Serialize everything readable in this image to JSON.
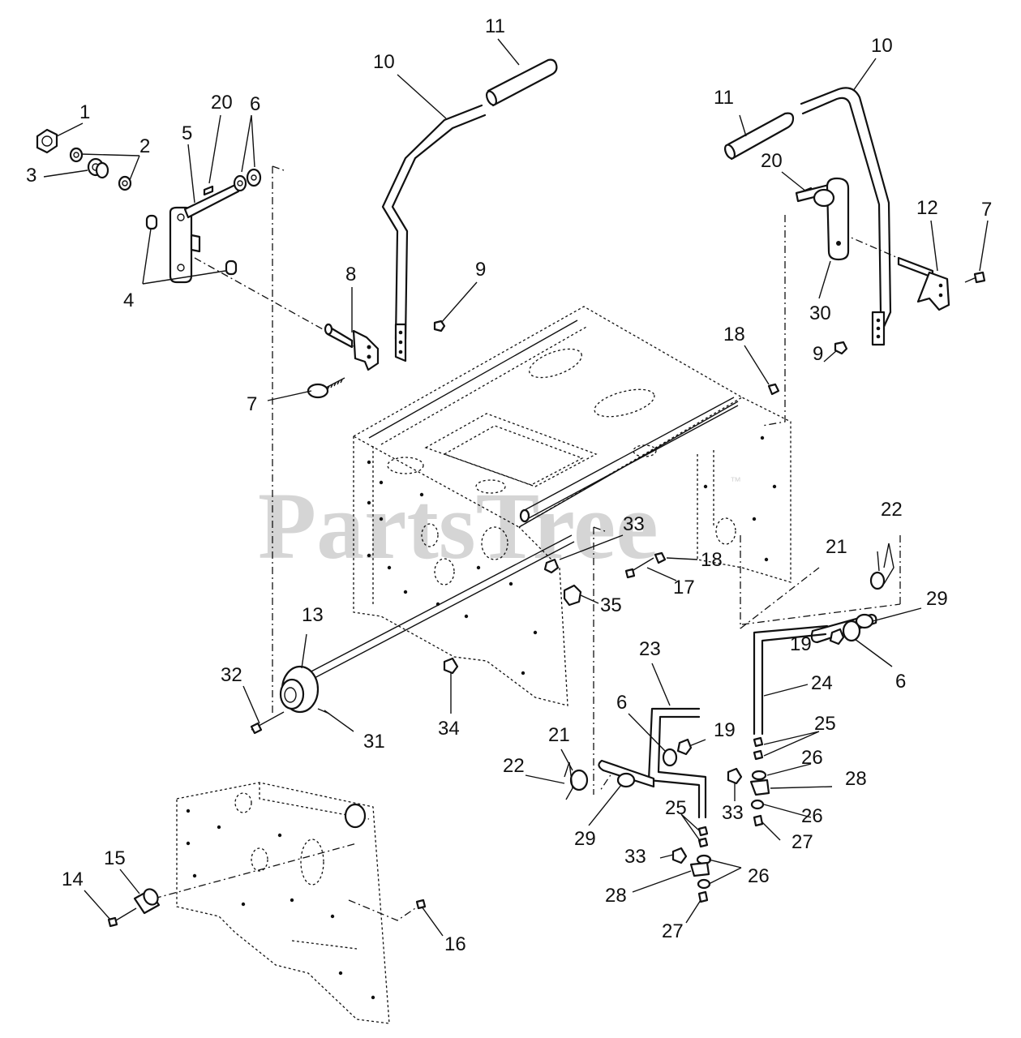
{
  "watermark": {
    "text": "PartsTree",
    "mark": "™"
  },
  "callouts": [
    {
      "id": "c-1",
      "label": "1"
    },
    {
      "id": "c-2",
      "label": "2"
    },
    {
      "id": "c-3",
      "label": "3"
    },
    {
      "id": "c-4",
      "label": "4"
    },
    {
      "id": "c-5",
      "label": "5"
    },
    {
      "id": "c-20a",
      "label": "20"
    },
    {
      "id": "c-6a",
      "label": "6"
    },
    {
      "id": "c-8",
      "label": "8"
    },
    {
      "id": "c-7a",
      "label": "7"
    },
    {
      "id": "c-10a",
      "label": "10"
    },
    {
      "id": "c-11a",
      "label": "11"
    },
    {
      "id": "c-9a",
      "label": "9"
    },
    {
      "id": "c-10b",
      "label": "10"
    },
    {
      "id": "c-11b",
      "label": "11"
    },
    {
      "id": "c-20b",
      "label": "20"
    },
    {
      "id": "c-12",
      "label": "12"
    },
    {
      "id": "c-7b",
      "label": "7"
    },
    {
      "id": "c-30",
      "label": "30"
    },
    {
      "id": "c-9b",
      "label": "9"
    },
    {
      "id": "c-18a",
      "label": "18"
    },
    {
      "id": "c-33a",
      "label": "33"
    },
    {
      "id": "c-18b",
      "label": "18"
    },
    {
      "id": "c-17",
      "label": "17"
    },
    {
      "id": "c-35",
      "label": "35"
    },
    {
      "id": "c-22a",
      "label": "22"
    },
    {
      "id": "c-21a",
      "label": "21"
    },
    {
      "id": "c-29a",
      "label": "29"
    },
    {
      "id": "c-19a",
      "label": "19"
    },
    {
      "id": "c-6b",
      "label": "6"
    },
    {
      "id": "c-24",
      "label": "24"
    },
    {
      "id": "c-13",
      "label": "13"
    },
    {
      "id": "c-32",
      "label": "32"
    },
    {
      "id": "c-31",
      "label": "31"
    },
    {
      "id": "c-34",
      "label": "34"
    },
    {
      "id": "c-23",
      "label": "23"
    },
    {
      "id": "c-6c",
      "label": "6"
    },
    {
      "id": "c-19b",
      "label": "19"
    },
    {
      "id": "c-21b",
      "label": "21"
    },
    {
      "id": "c-22b",
      "label": "22"
    },
    {
      "id": "c-29b",
      "label": "29"
    },
    {
      "id": "c-25a",
      "label": "25"
    },
    {
      "id": "c-26a",
      "label": "26"
    },
    {
      "id": "c-28a",
      "label": "28"
    },
    {
      "id": "c-33b",
      "label": "33"
    },
    {
      "id": "c-26b",
      "label": "26"
    },
    {
      "id": "c-27a",
      "label": "27"
    },
    {
      "id": "c-25b",
      "label": "25"
    },
    {
      "id": "c-33c",
      "label": "33"
    },
    {
      "id": "c-26c",
      "label": "26"
    },
    {
      "id": "c-28b",
      "label": "28"
    },
    {
      "id": "c-27b",
      "label": "27"
    },
    {
      "id": "c-14",
      "label": "14"
    },
    {
      "id": "c-15",
      "label": "15"
    },
    {
      "id": "c-16",
      "label": "16"
    }
  ]
}
